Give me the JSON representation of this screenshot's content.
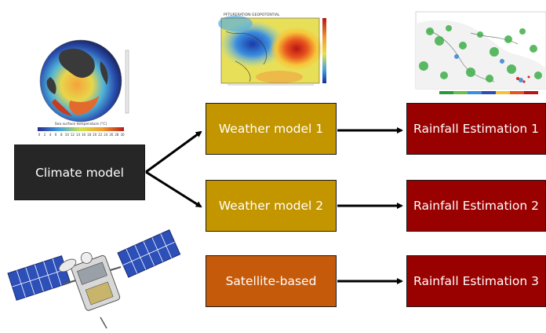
{
  "nodes": {
    "climate_model": "Climate model",
    "weather_model_1": "Weather model 1",
    "weather_model_2": "Weather model 2",
    "satellite_based": "Satellite-based",
    "rainfall_estimation_1": "Rainfall Estimation 1",
    "rainfall_estimation_2": "Rainfall Estimation 2",
    "rainfall_estimation_3": "Rainfall Estimation 3"
  },
  "colors": {
    "climate_model": "#262626",
    "weather_model": "#c39600",
    "satellite_based": "#c65a0b",
    "rainfall_estimation": "#990000",
    "arrow": "#000000"
  },
  "images": {
    "globe": {
      "icon": "sea-surface-temperature-globe",
      "caption": "Sea surface temperature (°C)",
      "scale_ticks": [
        "0",
        "2",
        "4",
        "6",
        "8",
        "10",
        "12",
        "14",
        "16",
        "18",
        "20",
        "22",
        "24",
        "26",
        "28",
        "30"
      ]
    },
    "weather_map": {
      "icon": "geopotential-weather-map",
      "title": "PFTURERATION GEOPOTENTIAL"
    },
    "rainfall_map": {
      "icon": "satellite-rainfall-map"
    },
    "satellite": {
      "icon": "satellite-illustration"
    }
  }
}
